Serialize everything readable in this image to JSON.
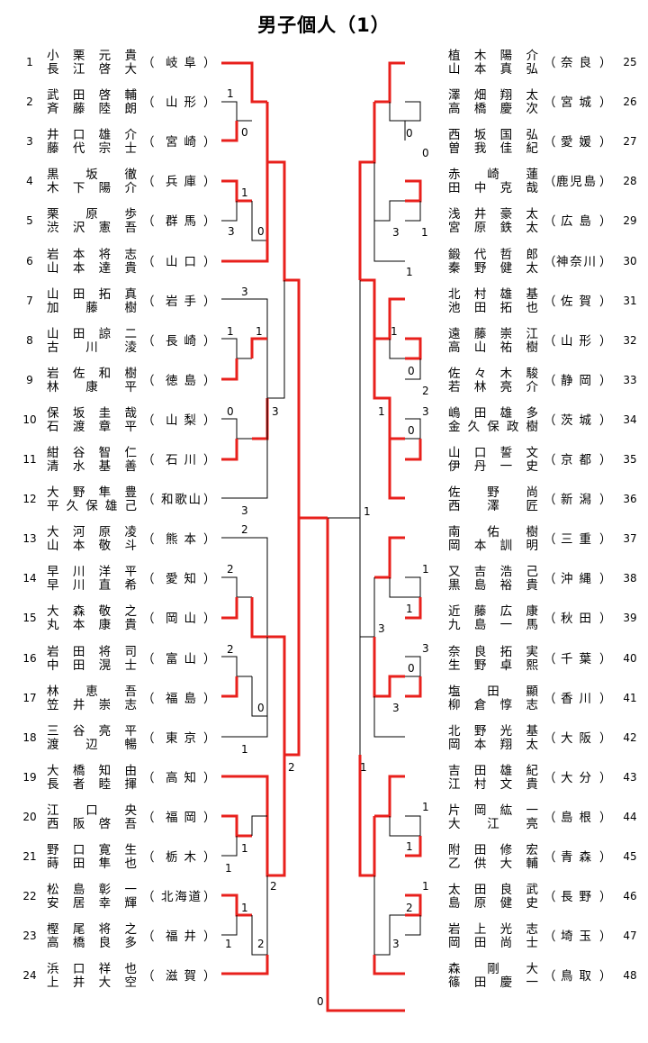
{
  "title": "男子個人（1）",
  "left": [
    {
      "seed": "1",
      "names": [
        "小栗元貴",
        "長江啓大"
      ],
      "pref": "岐阜"
    },
    {
      "seed": "2",
      "names": [
        "武田啓輔",
        "斉藤陸朗"
      ],
      "pref": "山形"
    },
    {
      "seed": "3",
      "names": [
        "井口雄介",
        "藤代宗士"
      ],
      "pref": "宮崎"
    },
    {
      "seed": "4",
      "names": [
        "黒坂徹",
        "木下陽介"
      ],
      "pref": "兵庫"
    },
    {
      "seed": "5",
      "names": [
        "栗原歩",
        "渋沢憲吾"
      ],
      "pref": "群馬"
    },
    {
      "seed": "6",
      "names": [
        "岩本将志",
        "山本達貴"
      ],
      "pref": "山口"
    },
    {
      "seed": "7",
      "names": [
        "山田拓真",
        "加藤樹"
      ],
      "pref": "岩手"
    },
    {
      "seed": "8",
      "names": [
        "山田諒二",
        "古川淩"
      ],
      "pref": "長崎"
    },
    {
      "seed": "9",
      "names": [
        "岩佐和樹",
        "林康平"
      ],
      "pref": "徳島"
    },
    {
      "seed": "10",
      "names": [
        "保坂圭哉",
        "石渡章平"
      ],
      "pref": "山梨"
    },
    {
      "seed": "11",
      "names": [
        "紺谷智仁",
        "清水基善"
      ],
      "pref": "石川"
    },
    {
      "seed": "12",
      "names": [
        "大野隼豊",
        "平久保雄己"
      ],
      "pref": "和歌山"
    },
    {
      "seed": "13",
      "names": [
        "大河原凌",
        "山本敬斗"
      ],
      "pref": "熊本"
    },
    {
      "seed": "14",
      "names": [
        "早川洋平",
        "早川直希"
      ],
      "pref": "愛知"
    },
    {
      "seed": "15",
      "names": [
        "大森敬之",
        "丸本康貴"
      ],
      "pref": "岡山"
    },
    {
      "seed": "16",
      "names": [
        "岩田将司",
        "中田滉士"
      ],
      "pref": "富山"
    },
    {
      "seed": "17",
      "names": [
        "林恵吾",
        "笠井崇志"
      ],
      "pref": "福島"
    },
    {
      "seed": "18",
      "names": [
        "三谷亮平",
        "渡辺暢"
      ],
      "pref": "東京"
    },
    {
      "seed": "19",
      "names": [
        "大橋知由",
        "長者睦揮"
      ],
      "pref": "高知"
    },
    {
      "seed": "20",
      "names": [
        "江口央",
        "西阪啓吾"
      ],
      "pref": "福岡"
    },
    {
      "seed": "21",
      "names": [
        "野口寛生",
        "蒔田隼也"
      ],
      "pref": "栃木"
    },
    {
      "seed": "22",
      "names": [
        "松島彰一",
        "安居幸輝"
      ],
      "pref": "北海道"
    },
    {
      "seed": "23",
      "names": [
        "樫尾将之",
        "高橋良多"
      ],
      "pref": "福井"
    },
    {
      "seed": "24",
      "names": [
        "浜口祥也",
        "上井大空"
      ],
      "pref": "滋賀"
    }
  ],
  "right": [
    {
      "seed": "25",
      "names": [
        "植木陽介",
        "山本真弘"
      ],
      "pref": "奈良"
    },
    {
      "seed": "26",
      "names": [
        "澤畑翔太",
        "高橋慶次"
      ],
      "pref": "宮城"
    },
    {
      "seed": "27",
      "names": [
        "西坂国弘",
        "曽我佳紀"
      ],
      "pref": "愛媛"
    },
    {
      "seed": "28",
      "names": [
        "赤崎蓮",
        "田中克哉"
      ],
      "pref": "鹿児島"
    },
    {
      "seed": "29",
      "names": [
        "浅井豪太",
        "宮原鉄太"
      ],
      "pref": "広島"
    },
    {
      "seed": "30",
      "names": [
        "鍛代哲郎",
        "秦野健太"
      ],
      "pref": "神奈川"
    },
    {
      "seed": "31",
      "names": [
        "北村雄基",
        "池田拓也"
      ],
      "pref": "佐賀"
    },
    {
      "seed": "32",
      "names": [
        "遠藤崇江",
        "高山祐樹"
      ],
      "pref": "山形"
    },
    {
      "seed": "33",
      "names": [
        "佐々木駿",
        "若林亮介"
      ],
      "pref": "静岡"
    },
    {
      "seed": "34",
      "names": [
        "嶋田雄多",
        "金久保政樹"
      ],
      "pref": "茨城"
    },
    {
      "seed": "35",
      "names": [
        "山口誓文",
        "伊丹一史"
      ],
      "pref": "京都"
    },
    {
      "seed": "36",
      "names": [
        "佐野尚",
        "西澤匠"
      ],
      "pref": "新潟"
    },
    {
      "seed": "37",
      "names": [
        "南佑樹",
        "岡本訓明"
      ],
      "pref": "三重"
    },
    {
      "seed": "38",
      "names": [
        "又吉浩己",
        "黒島裕貴"
      ],
      "pref": "沖縄"
    },
    {
      "seed": "39",
      "names": [
        "近藤広康",
        "九島一馬"
      ],
      "pref": "秋田"
    },
    {
      "seed": "40",
      "names": [
        "奈良拓実",
        "生野卓熙"
      ],
      "pref": "千葉"
    },
    {
      "seed": "41",
      "names": [
        "塩田顯",
        "柳倉惇志"
      ],
      "pref": "香川"
    },
    {
      "seed": "42",
      "names": [
        "北野光基",
        "岡本翔太"
      ],
      "pref": "大阪"
    },
    {
      "seed": "43",
      "names": [
        "吉田雄紀",
        "江村文貴"
      ],
      "pref": "大分"
    },
    {
      "seed": "44",
      "names": [
        "片岡紘一",
        "大江亮"
      ],
      "pref": "島根"
    },
    {
      "seed": "45",
      "names": [
        "附田修宏",
        "乙供大輔"
      ],
      "pref": "青森"
    },
    {
      "seed": "46",
      "names": [
        "太田良武",
        "島原健史"
      ],
      "pref": "長野"
    },
    {
      "seed": "47",
      "names": [
        "岩上光志",
        "岡田尚士"
      ],
      "pref": "埼玉"
    },
    {
      "seed": "48",
      "names": [
        "森剛大",
        "篠田慶一"
      ],
      "pref": "鳥取"
    }
  ],
  "scores": [
    "1",
    "0",
    "1",
    "3",
    "0",
    "3",
    "1",
    "1",
    "3",
    "0",
    "3",
    "2",
    "2",
    "2",
    "0",
    "1",
    "2",
    "1",
    "1",
    "2",
    "1",
    "1",
    "2",
    "0",
    "0",
    "0",
    "3",
    "1",
    "1",
    "1",
    "0",
    "2",
    "1",
    "3",
    "0",
    "3",
    "1",
    "1",
    "3",
    "0",
    "3",
    "1",
    "1",
    "1",
    "1",
    "2",
    "3"
  ],
  "colors": {
    "winner_line": "#e8201c",
    "loser_line": "#000000",
    "background": "#ffffff"
  }
}
